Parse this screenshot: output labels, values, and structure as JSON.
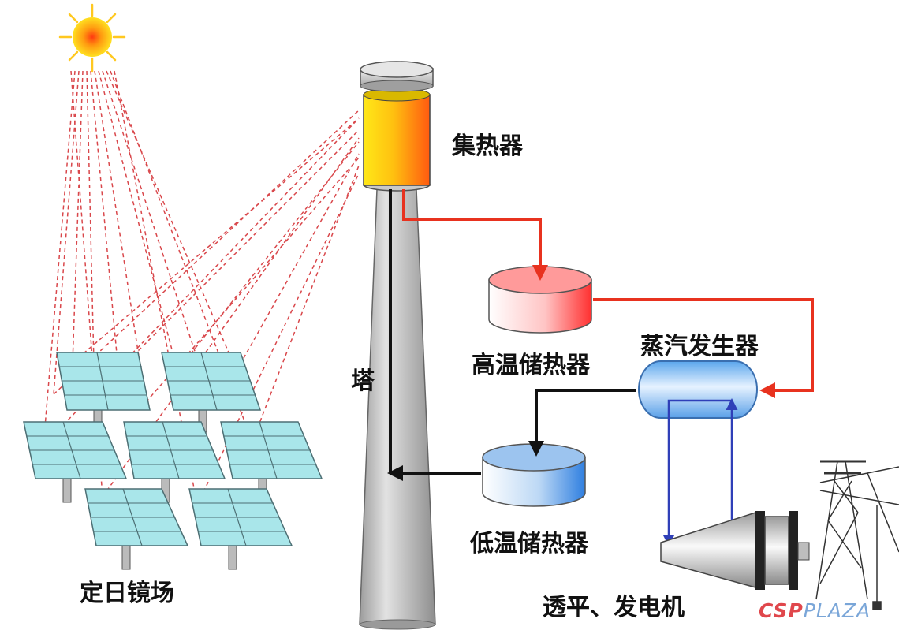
{
  "labels": {
    "receiver": "集热器",
    "hot_storage": "高温储热器",
    "steam_generator": "蒸汽发生器",
    "tower": "塔",
    "cold_storage": "低温储热器",
    "heliostat_field": "定日镜场",
    "turbine_generator": "透平、发电机"
  },
  "watermark": {
    "part1": "CSP",
    "part2": "PLAZA"
  },
  "colors": {
    "hot_flow": "#e8321f",
    "cold_flow": "#111111",
    "steam_loop": "#2f3fb8",
    "sun_ray": "#d9474b",
    "mirror": "#a9e6ea",
    "tower": "#b8b8b8"
  },
  "icons": [
    "sun-icon",
    "transmission-tower-icon"
  ]
}
